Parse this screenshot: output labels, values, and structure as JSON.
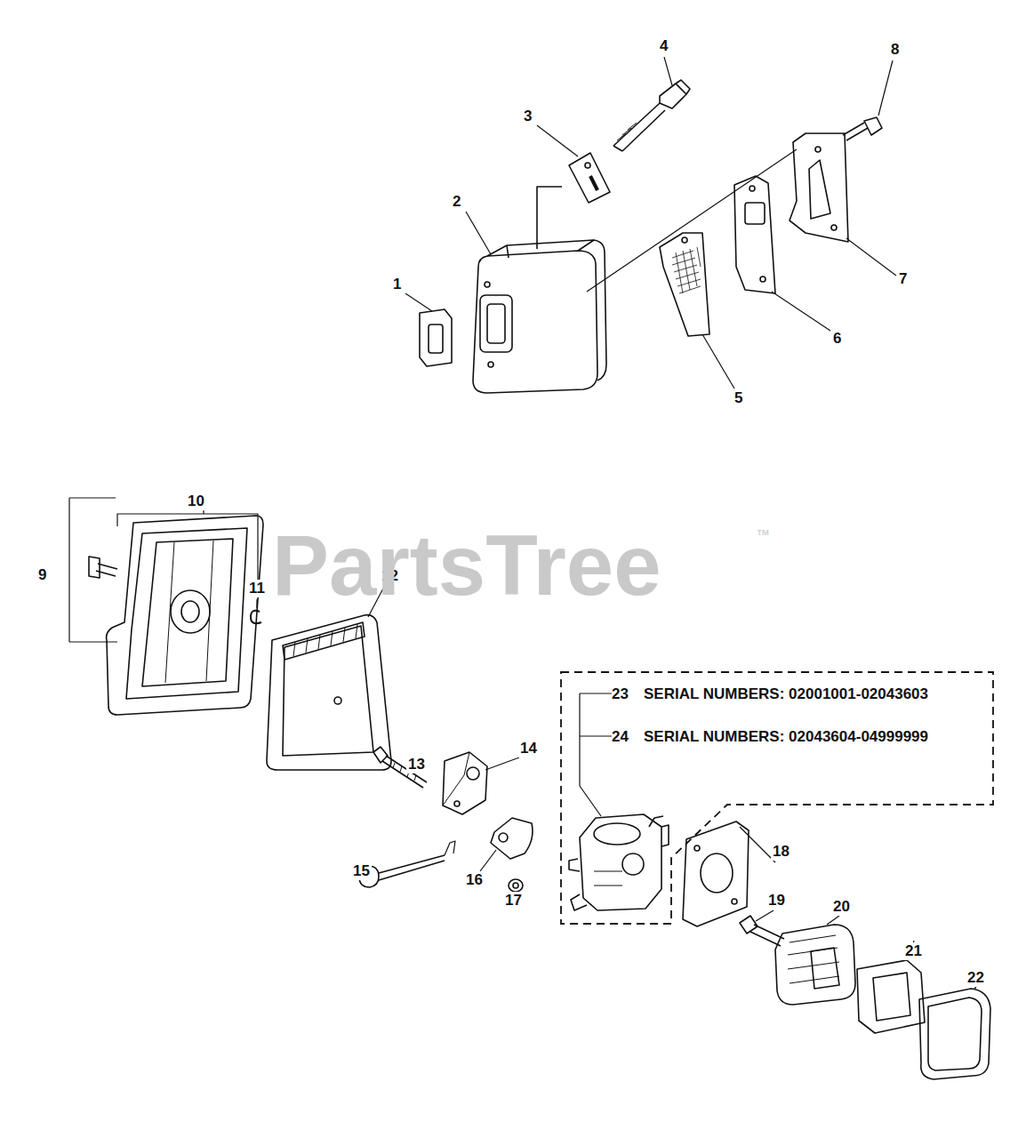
{
  "diagram": {
    "nodes": [
      {
        "text": [
          "23",
          "SERIAL NUMBERS: 02001001-02043603",
          "24",
          "SERIAL NUMBERS: 02043604-04999999"
        ]
      }
    ],
    "labels": [
      "1",
      "2",
      "3",
      "4",
      "5",
      "6",
      "7",
      "8",
      "9",
      "10",
      "11",
      "12",
      "13",
      "14",
      "15",
      "16",
      "17",
      "18",
      "19",
      "20",
      "21",
      "22",
      "PartsTree",
      "™"
    ]
  }
}
